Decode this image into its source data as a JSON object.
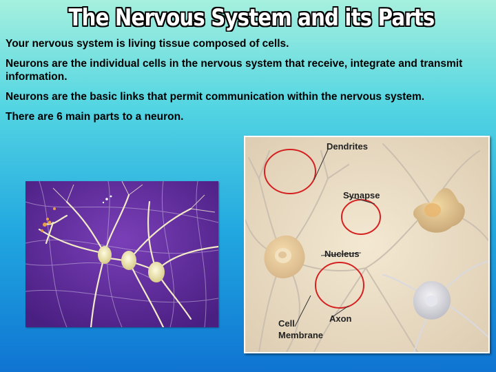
{
  "slide": {
    "title": "The Nervous System and its Parts",
    "bullets": [
      "Your nervous system is living tissue composed of cells.",
      "Neurons are the individual cells in the nervous system that receive, integrate and transmit information.",
      "Neurons are the basic links that permit communication within the nervous system.",
      "There are 6 main parts to a neuron."
    ]
  },
  "diagram": {
    "labels": {
      "dendrites": "Dendrites",
      "synapse": "Synapse",
      "nucleus": "Nucleus",
      "axon": "Axon",
      "cell_membrane_line1": "Cell",
      "cell_membrane_line2": "Membrane"
    }
  },
  "colors": {
    "circle_highlight": "#d42020",
    "left_image_background": "#5b2a9a",
    "neuron_fill": "#efe6b8"
  }
}
